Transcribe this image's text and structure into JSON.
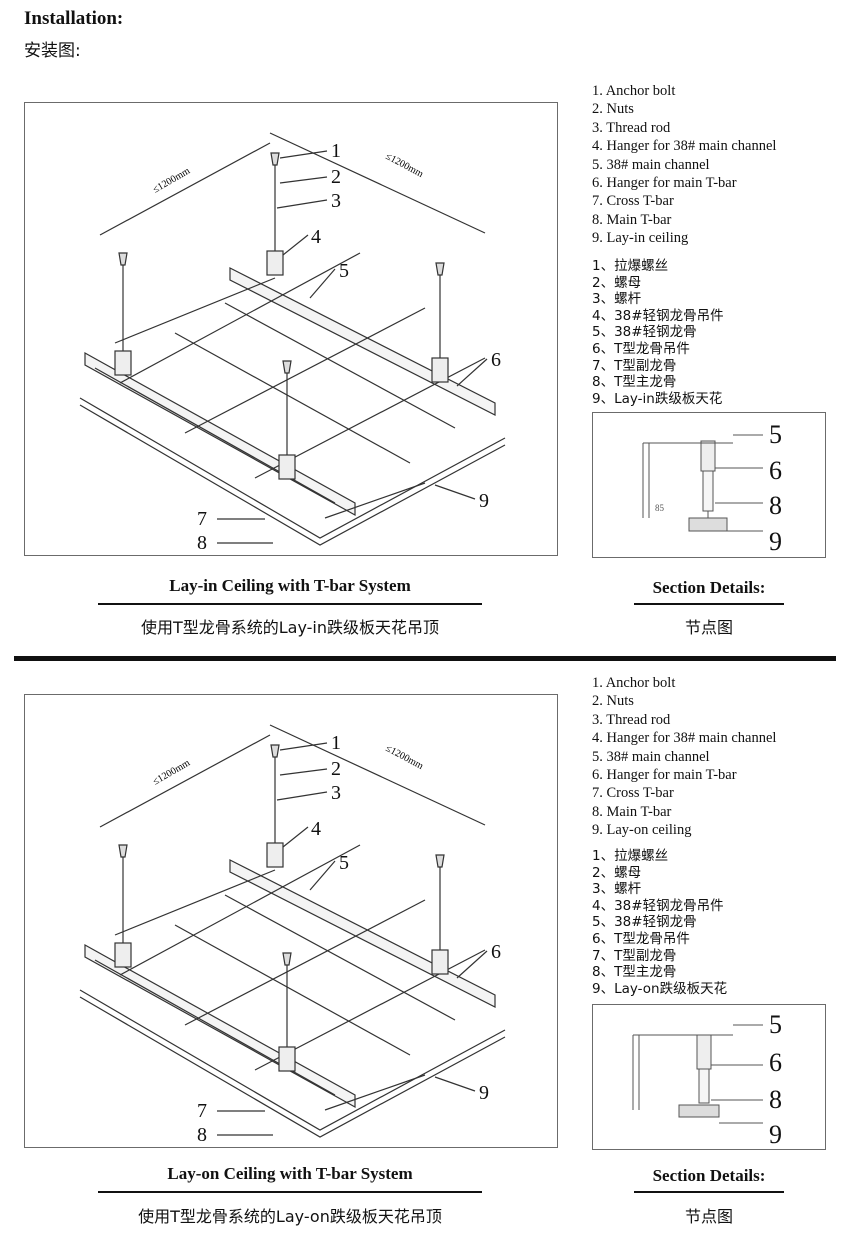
{
  "header": {
    "title_en": "Installation:",
    "title_cn": "安装图:"
  },
  "panels": [
    {
      "dim_left": "≤1200mm",
      "dim_right": "≤1200mm",
      "callouts": [
        "1",
        "2",
        "3",
        "4",
        "5",
        "6",
        "7",
        "8",
        "9"
      ],
      "legend_en": [
        "1. Anchor bolt",
        "2. Nuts",
        "3. Thread rod",
        "4. Hanger for 38# main channel",
        "5. 38# main channel",
        "6. Hanger for main T-bar",
        "7. Cross T-bar",
        "8. Main T-bar",
        "9. Lay-in ceiling"
      ],
      "legend_cn": [
        "1、拉爆螺丝",
        "2、螺母",
        "3、螺杆",
        "4、38#轻钢龙骨吊件",
        "5、38#轻钢龙骨",
        "6、T型龙骨吊件",
        "7、T型副龙骨",
        "8、T型主龙骨",
        "9、Lay-in跌级板天花"
      ],
      "section_callouts": [
        "5",
        "6",
        "8",
        "9"
      ],
      "section_dim": "85",
      "caption_en": "Lay-in Ceiling with T-bar System",
      "caption_cn": "使用T型龙骨系统的Lay-in跌级板天花吊顶",
      "section_title_en": "Section Details:",
      "section_title_cn": "节点图"
    },
    {
      "dim_left": "≤1200mm",
      "dim_right": "≤1200mm",
      "callouts": [
        "1",
        "2",
        "3",
        "4",
        "5",
        "6",
        "7",
        "8",
        "9"
      ],
      "legend_en": [
        "1. Anchor bolt",
        "2. Nuts",
        "3. Thread rod",
        "4. Hanger for 38# main channel",
        "5. 38# main channel",
        "6. Hanger for main T-bar",
        "7. Cross T-bar",
        "8. Main T-bar",
        "9. Lay-on ceiling"
      ],
      "legend_cn": [
        "1、拉爆螺丝",
        "2、螺母",
        "3、螺杆",
        "4、38#轻钢龙骨吊件",
        "5、38#轻钢龙骨",
        "6、T型龙骨吊件",
        "7、T型副龙骨",
        "8、T型主龙骨",
        "9、Lay-on跌级板天花"
      ],
      "section_callouts": [
        "5",
        "6",
        "8",
        "9"
      ],
      "caption_en": "Lay-on Ceiling with T-bar System",
      "caption_cn": "使用T型龙骨系统的Lay-on跌级板天花吊顶",
      "section_title_en": "Section Details:",
      "section_title_cn": "节点图"
    }
  ]
}
